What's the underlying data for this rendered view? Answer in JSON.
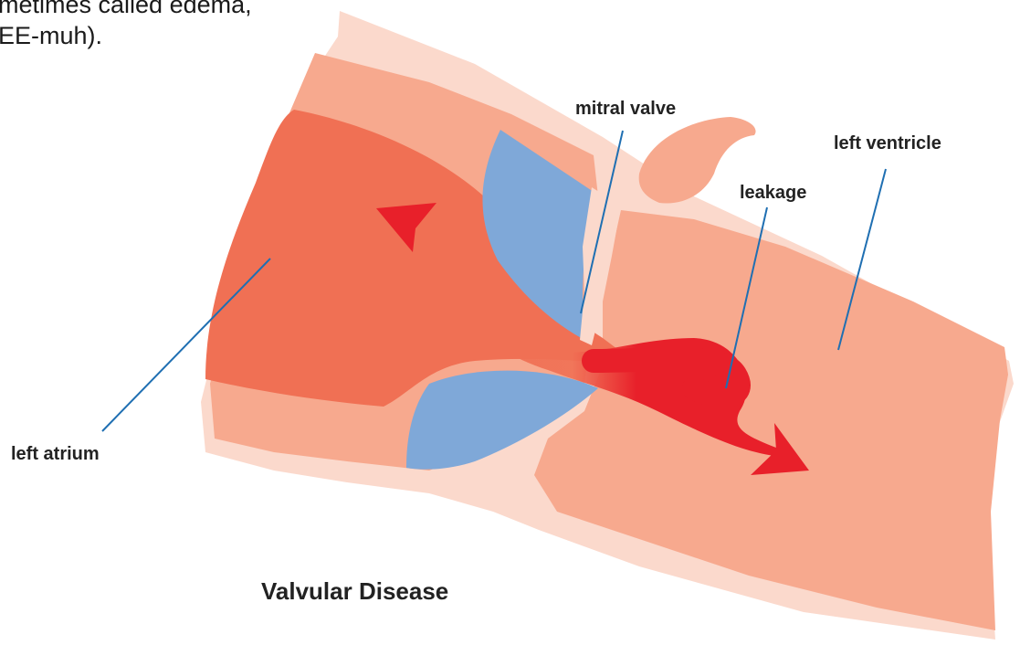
{
  "intro_text": {
    "line1": "metimes called edema,",
    "line2": "EE-muh)."
  },
  "labels": {
    "mitral_valve": "mitral valve",
    "left_ventricle": "left ventricle",
    "leakage": "leakage",
    "left_atrium": "left atrium"
  },
  "title": "Valvular Disease",
  "colors": {
    "outer_wall": "#fbd9cc",
    "muscle": "#f7a98e",
    "atrium_chamber": "#f07054",
    "valve_leaflet": "#7fa8d8",
    "leak_arrow": "#e8202a",
    "leader_line": "#1f6fb2"
  }
}
